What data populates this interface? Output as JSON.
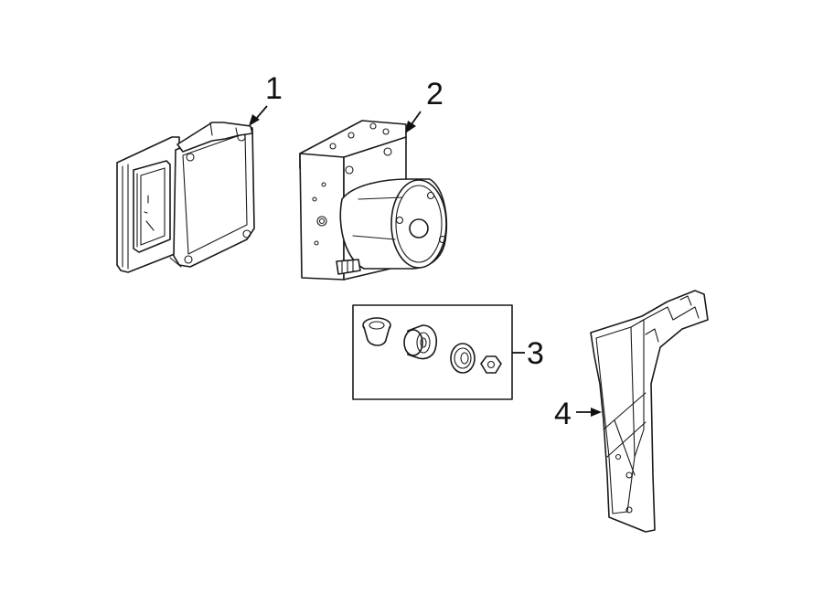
{
  "callouts": [
    {
      "label": "1",
      "part": "module"
    },
    {
      "label": "2",
      "part": "hydraulic-unit"
    },
    {
      "label": "3",
      "part": "mounting-hardware-kit"
    },
    {
      "label": "4",
      "part": "bracket"
    }
  ],
  "colors": {
    "ink": "#1a1a1a",
    "background": "#ffffff"
  }
}
